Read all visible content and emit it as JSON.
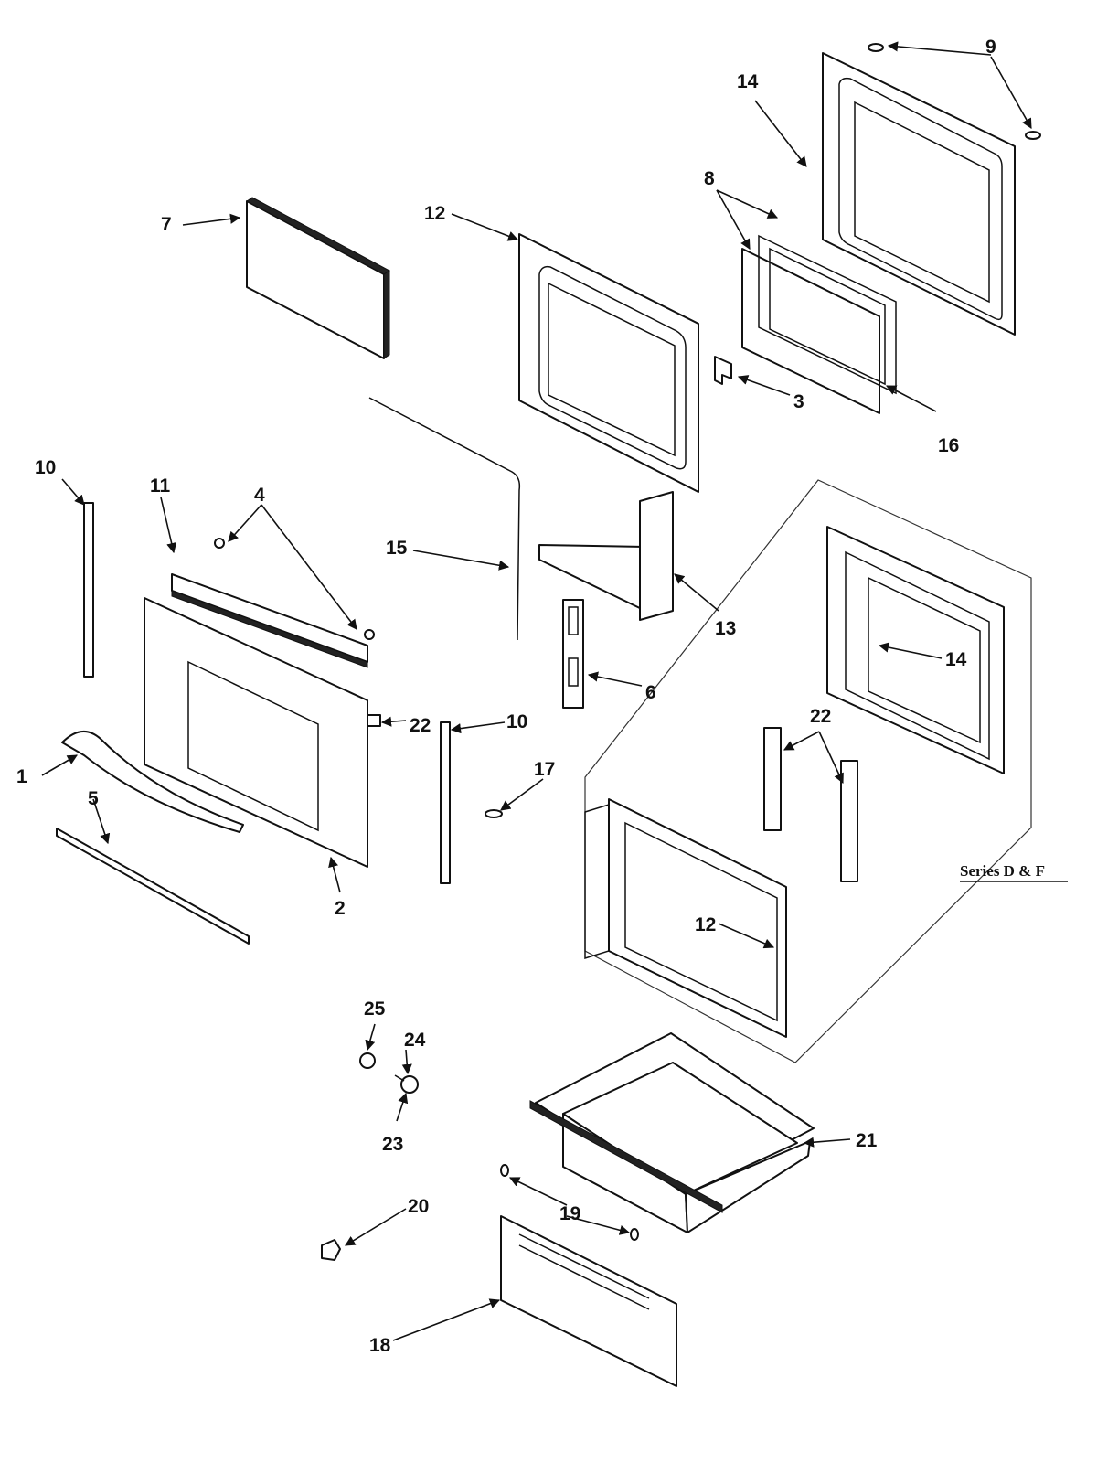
{
  "diagram": {
    "series_label": "Series D & F",
    "callouts": [
      {
        "id": "c1",
        "text": "1"
      },
      {
        "id": "c2",
        "text": "2"
      },
      {
        "id": "c3",
        "text": "3"
      },
      {
        "id": "c4",
        "text": "4"
      },
      {
        "id": "c5",
        "text": "5"
      },
      {
        "id": "c6",
        "text": "6"
      },
      {
        "id": "c7",
        "text": "7"
      },
      {
        "id": "c8",
        "text": "8"
      },
      {
        "id": "c9",
        "text": "9"
      },
      {
        "id": "c10a",
        "text": "10"
      },
      {
        "id": "c10b",
        "text": "10"
      },
      {
        "id": "c11",
        "text": "11"
      },
      {
        "id": "c12a",
        "text": "12"
      },
      {
        "id": "c12b",
        "text": "12"
      },
      {
        "id": "c13",
        "text": "13"
      },
      {
        "id": "c14a",
        "text": "14"
      },
      {
        "id": "c14b",
        "text": "14"
      },
      {
        "id": "c15",
        "text": "15"
      },
      {
        "id": "c16",
        "text": "16"
      },
      {
        "id": "c17",
        "text": "17"
      },
      {
        "id": "c18",
        "text": "18"
      },
      {
        "id": "c19",
        "text": "19"
      },
      {
        "id": "c20",
        "text": "20"
      },
      {
        "id": "c21",
        "text": "21"
      },
      {
        "id": "c22a",
        "text": "22"
      },
      {
        "id": "c22b",
        "text": "22"
      },
      {
        "id": "c23",
        "text": "23"
      },
      {
        "id": "c24",
        "text": "24"
      },
      {
        "id": "c25",
        "text": "25"
      }
    ]
  }
}
